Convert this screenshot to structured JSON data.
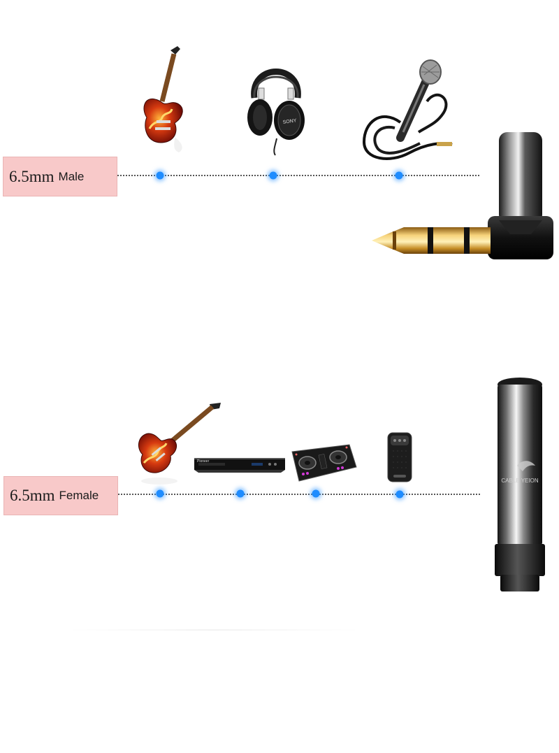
{
  "sections": [
    {
      "id": "male",
      "label_size": "6.5mm",
      "label_type": "Male",
      "devices": [
        "guitar-icon",
        "headphones-icon",
        "microphone-icon"
      ]
    },
    {
      "id": "female",
      "label_size": "6.5mm",
      "label_type": "Female",
      "devices": [
        "guitar-icon",
        "dvd-player-icon",
        "dj-controller-icon",
        "speaker-icon"
      ]
    }
  ],
  "brand": {
    "headphones": "SONY",
    "dvd": "Pioneer",
    "adapter": "CABLE YEION"
  },
  "colors": {
    "label_bg": "#f8c9c9",
    "dot": "#1e8cff",
    "gold": "#d8a536"
  }
}
